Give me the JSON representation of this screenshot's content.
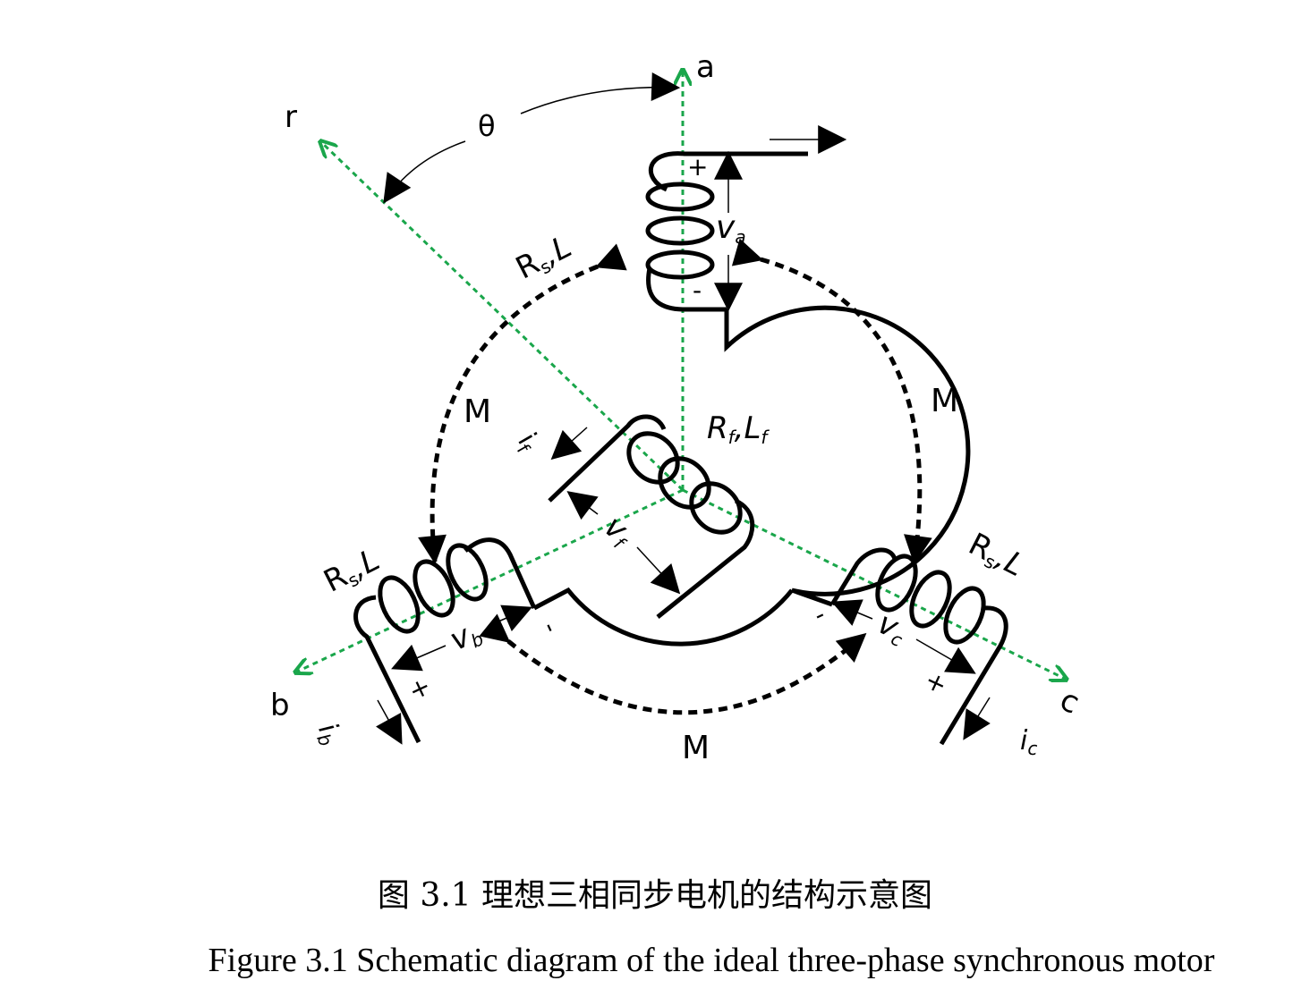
{
  "axes": {
    "a": "a",
    "b": "b",
    "c": "c",
    "r": "r",
    "theta": "θ"
  },
  "stator": {
    "a": {
      "params": "R",
      "params_sub": "s",
      "params_tail": ",L",
      "voltage": "v",
      "voltage_sub": "a",
      "plus": "+",
      "minus": "-"
    },
    "b": {
      "params": "R",
      "params_sub": "s",
      "params_tail": ",L",
      "voltage": "v",
      "voltage_sub": "b",
      "current": "i",
      "current_sub": "b",
      "plus": "+",
      "minus": "-"
    },
    "c": {
      "params": "R",
      "params_sub": "s",
      "params_tail": ",L",
      "voltage": "v",
      "voltage_sub": "c",
      "current": "i",
      "current_sub": "c",
      "plus": "+",
      "minus": "-"
    }
  },
  "rotor": {
    "params": "R",
    "params_sub": "f",
    "params_mid": ",L",
    "params_sub2": "f",
    "voltage": "v",
    "voltage_sub": "f",
    "current": "i",
    "current_sub": "f"
  },
  "mutual": {
    "ab": "M",
    "ac": "M",
    "bc": "M"
  },
  "colors": {
    "axis": "#1aa64b",
    "wire": "#000000"
  },
  "caption": {
    "cn": "图 3.1  理想三相同步电机的结构示意图",
    "en": "Figure 3.1 Schematic diagram of the ideal three-phase synchronous motor"
  }
}
